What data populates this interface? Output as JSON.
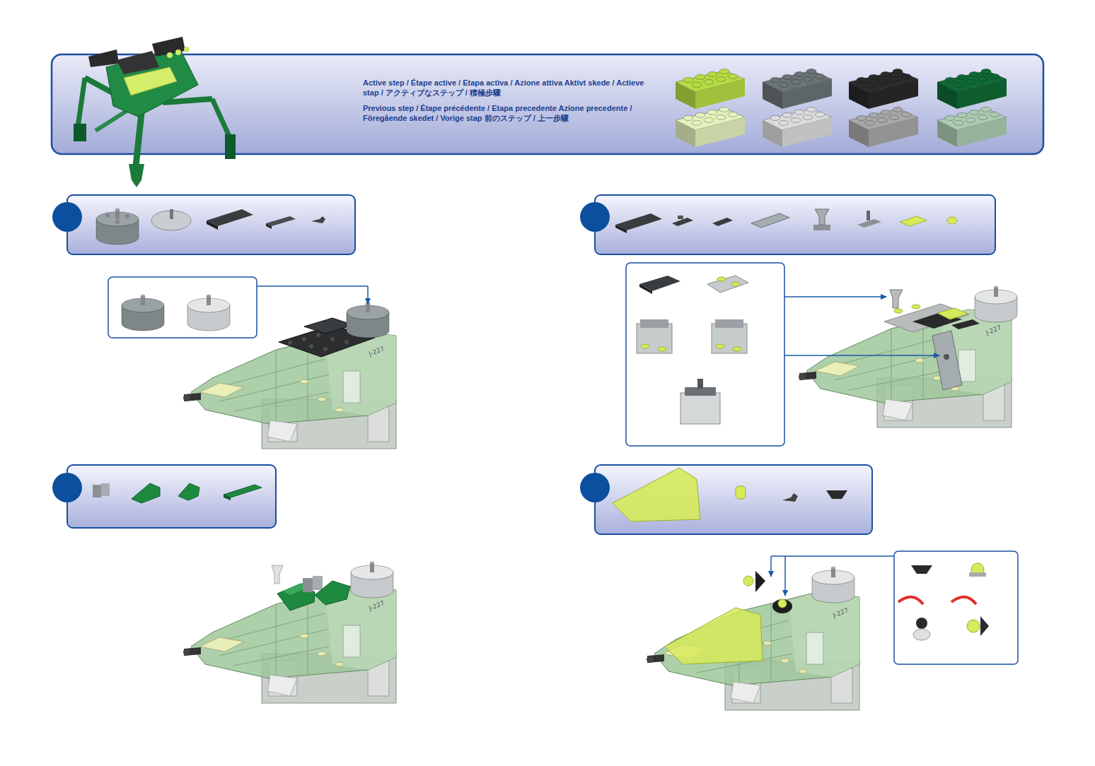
{
  "diagram": {
    "labels": [
      "J-227",
      "J-227",
      "J-227",
      "J-227"
    ],
    "legend": [
      {
        "text": "Active step / Étape active / Etapa activa / Azione attiva Aktivt skede / Actieve stap / アクティブなステップ / 積極步驟"
      },
      {
        "text": "Previous step / Étape précédente / Etapa precedente Azione precedente / Föregående skedet / Vorige stap 前のステップ / 上一步驟"
      }
    ]
  }
}
